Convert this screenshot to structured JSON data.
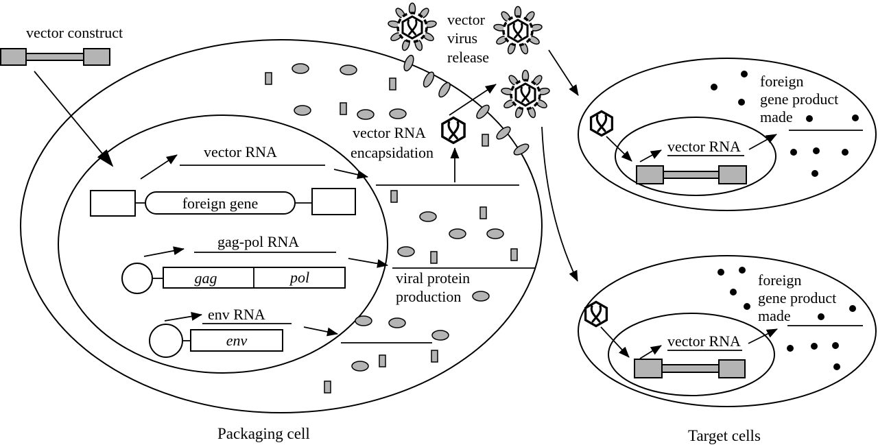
{
  "colors": {
    "gray_fill": "#b4b4b4",
    "ink": "#000000",
    "background": "#ffffff"
  },
  "packaging_cell": {
    "caption": "Packaging cell",
    "construct_label": "vector construct",
    "nucleus": {
      "vector_rna": "vector RNA",
      "foreign_gene": "foreign gene",
      "gag_pol_rna": "gag-pol RNA",
      "gag": "gag",
      "pol": "pol",
      "env_rna": "env RNA",
      "env": "env"
    },
    "encapsidation": [
      "vector RNA",
      "encapsidation"
    ],
    "viral_protein": [
      "viral protein",
      "production"
    ],
    "virus_release": [
      "vector",
      "virus",
      "release"
    ]
  },
  "target_cells": {
    "caption": "Target cells",
    "cells": [
      {
        "vector_rna": "vector RNA",
        "product": [
          "foreign",
          "gene product",
          "made"
        ]
      },
      {
        "vector_rna": "vector RNA",
        "product": [
          "foreign",
          "gene product",
          "made"
        ]
      }
    ]
  },
  "icons": {
    "capsid": "hexagonal-capsid-with-rna",
    "virus": "enveloped-vector-virus-particle",
    "env_protein": "env-protein-oval",
    "gag_pol_protein": "gag-pol-protein-bar",
    "gene_product": "black-dot"
  }
}
